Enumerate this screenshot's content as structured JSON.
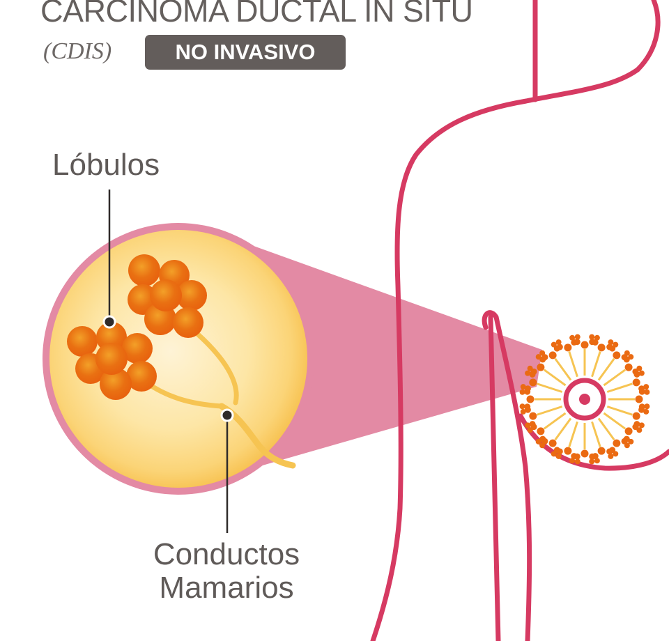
{
  "header": {
    "title": "CARCINOMA DUCTAL IN SITU",
    "subtitle": "(CDIS)",
    "badge": "NO INVASIVO"
  },
  "labels": {
    "lobulos": "Lóbulos",
    "conductos_line1": "Conductos",
    "conductos_line2": "Mamarios"
  },
  "colors": {
    "outline": "#d63a62",
    "magnifier": "#e38aa4",
    "lens_fill": "#fbd878",
    "lobule": "#ea6a12",
    "duct": "#f6c452",
    "text": "#635d5b",
    "badge": "#635d5b"
  }
}
